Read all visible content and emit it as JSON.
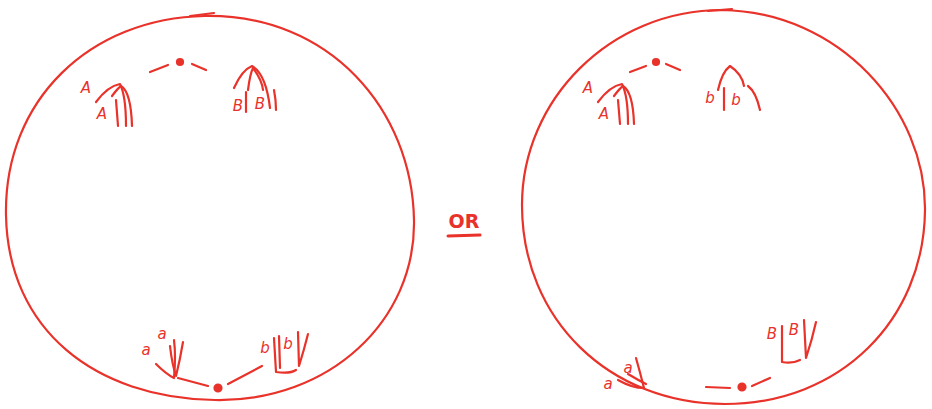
{
  "diagram": {
    "labels": [
      "A",
      "A",
      "B",
      "B",
      "a",
      "a",
      "b",
      "b",
      "OR",
      "A",
      "A",
      "b",
      "b",
      "a",
      "a",
      "B",
      "B"
    ]
  }
}
